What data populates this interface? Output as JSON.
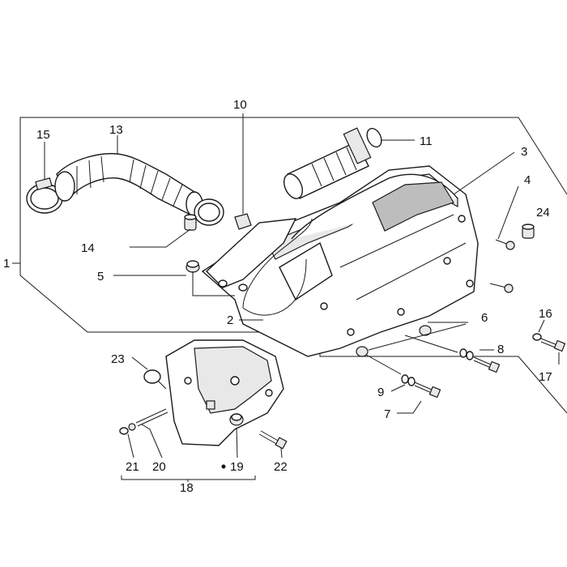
{
  "callouts": {
    "c1": "1",
    "c2": "2",
    "c3": "3",
    "c4": "4",
    "c5": "5",
    "c6": "6",
    "c7": "7",
    "c8": "8",
    "c9": "9",
    "c10": "10",
    "c11": "11",
    "c13": "13",
    "c14": "14",
    "c15": "15",
    "c16": "16",
    "c17": "17",
    "c18": "18",
    "c19": "19",
    "c20": "20",
    "c21": "21",
    "c22": "22",
    "c23": "23",
    "c24": "24"
  },
  "colors": {
    "line": "#1a1a1a",
    "background": "#ffffff"
  }
}
